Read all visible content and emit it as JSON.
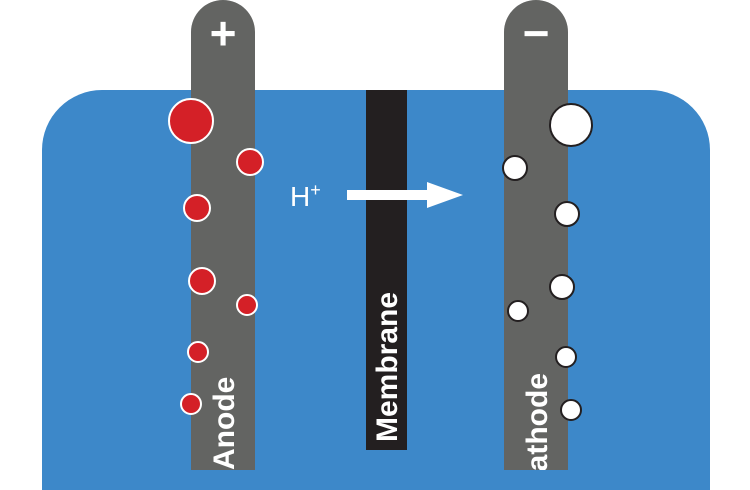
{
  "anode": {
    "sign": "+",
    "label": "Anode"
  },
  "cathode": {
    "sign": "−",
    "label": "Cathode"
  },
  "membrane": {
    "label": "Membrane"
  },
  "ion": {
    "symbol": "H",
    "charge": "+"
  },
  "colors": {
    "electrolyte": "#3d88c9",
    "electrode": "#636462",
    "membrane": "#231f20",
    "anode_bubble": "#d42027",
    "cathode_bubble": "#ffffff"
  }
}
